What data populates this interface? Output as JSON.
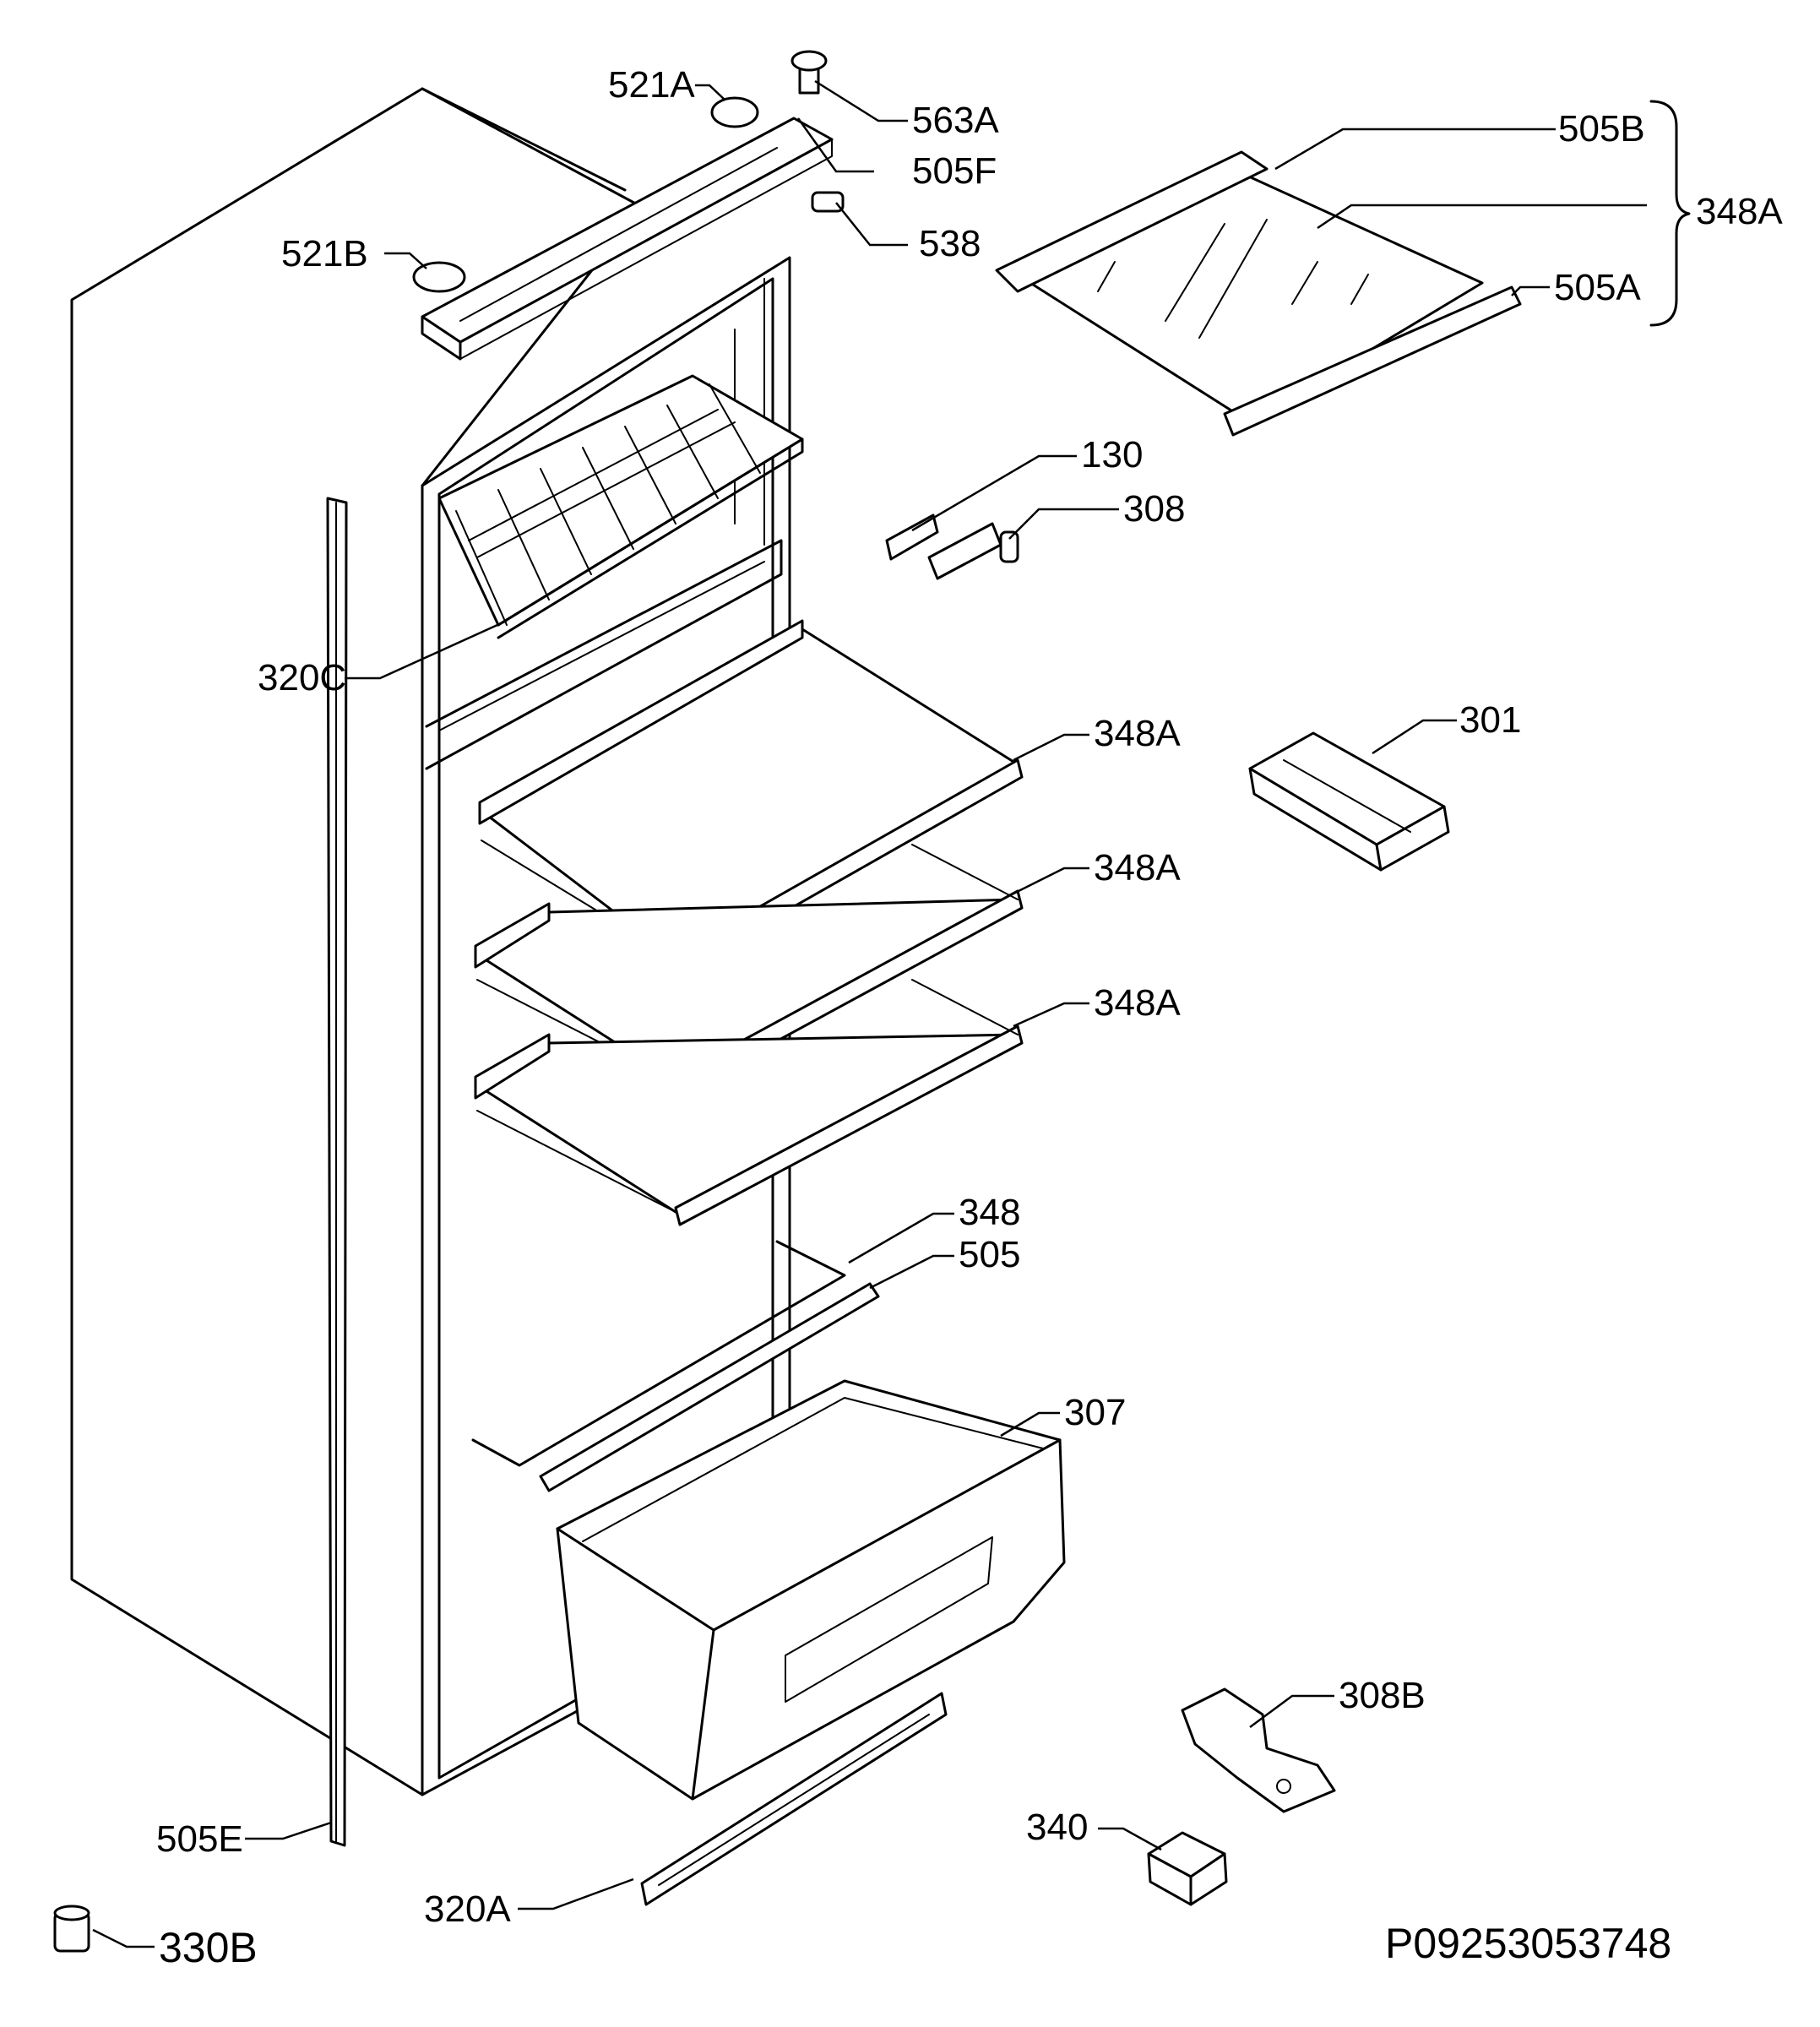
{
  "labels": {
    "l521A": "521A",
    "l563A": "563A",
    "l505F": "505F",
    "l521B": "521B",
    "l538": "538",
    "l505B": "505B",
    "l348A_kit": "348A",
    "l505A": "505A",
    "l130": "130",
    "l308": "308",
    "l320C": "320C",
    "l348A_1": "348A",
    "l301": "301",
    "l348A_2": "348A",
    "l348A_3": "348A",
    "l348": "348",
    "l505": "505",
    "l307": "307",
    "l308B": "308B",
    "l340": "340",
    "l505E": "505E",
    "l320A": "320A",
    "l330B": "330B"
  },
  "drawing_code": "P09253053748"
}
